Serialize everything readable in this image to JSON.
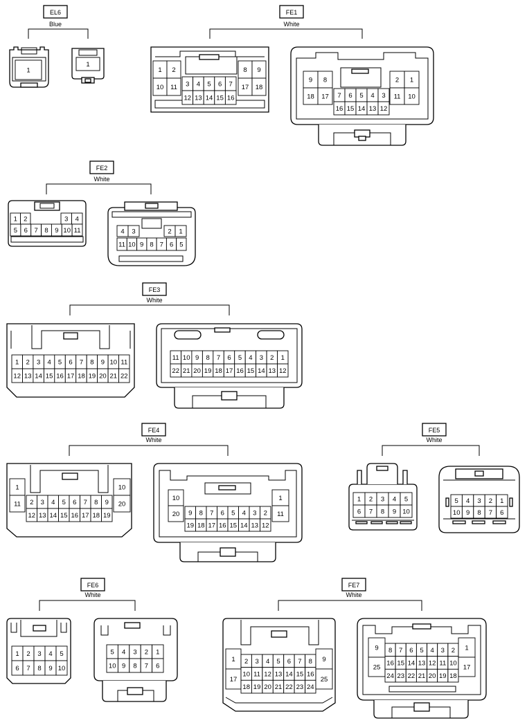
{
  "connectors": [
    {
      "code": "EL6",
      "color": "Blue",
      "pins_left": [
        [
          "1"
        ]
      ],
      "pins_right": [
        [
          "1"
        ]
      ]
    },
    {
      "code": "FE1",
      "color": "White",
      "left_a": [
        [
          "1",
          "2"
        ],
        [
          "10",
          "11"
        ]
      ],
      "left_b": [
        [
          "3",
          "4",
          "5",
          "6",
          "7"
        ],
        [
          "12",
          "13",
          "14",
          "15",
          "16"
        ]
      ],
      "left_c": [
        [
          "8",
          "9"
        ],
        [
          "17",
          "18"
        ]
      ],
      "right_a": [
        [
          "9",
          "8"
        ],
        [
          "18",
          "17"
        ]
      ],
      "right_b": [
        [
          "7",
          "6",
          "5",
          "4",
          "3"
        ],
        [
          "16",
          "15",
          "14",
          "13",
          "12"
        ]
      ],
      "right_c": [
        [
          "2",
          "1"
        ],
        [
          "11",
          "10"
        ]
      ]
    },
    {
      "code": "FE2",
      "color": "White",
      "left_a": [
        [
          "1",
          "2"
        ]
      ],
      "left_b": [
        [
          "3",
          "4"
        ]
      ],
      "left_c": [
        [
          "5",
          "6",
          "7",
          "8",
          "9",
          "10",
          "11"
        ]
      ],
      "right_a": [
        [
          "4",
          "3"
        ]
      ],
      "right_b": [
        [
          "2",
          "1"
        ]
      ],
      "right_c": [
        [
          "11",
          "10",
          "9",
          "8",
          "7",
          "6",
          "5"
        ]
      ]
    },
    {
      "code": "FE3",
      "color": "White",
      "left": [
        [
          "1",
          "2",
          "3",
          "4",
          "5",
          "6",
          "7",
          "8",
          "9",
          "10",
          "11"
        ],
        [
          "12",
          "13",
          "14",
          "15",
          "16",
          "17",
          "18",
          "19",
          "20",
          "21",
          "22"
        ]
      ],
      "right": [
        [
          "11",
          "10",
          "9",
          "8",
          "7",
          "6",
          "5",
          "4",
          "3",
          "2",
          "1"
        ],
        [
          "22",
          "21",
          "20",
          "19",
          "18",
          "17",
          "16",
          "15",
          "14",
          "13",
          "12"
        ]
      ]
    },
    {
      "code": "FE4",
      "color": "White",
      "left_a": [
        [
          "1"
        ],
        [
          "11"
        ]
      ],
      "left_b": [
        [
          "2",
          "3",
          "4",
          "5",
          "6",
          "7",
          "8",
          "9"
        ],
        [
          "12",
          "13",
          "14",
          "15",
          "16",
          "17",
          "18",
          "19"
        ]
      ],
      "left_c": [
        [
          "10"
        ],
        [
          "20"
        ]
      ],
      "right_a": [
        [
          "10"
        ],
        [
          "20"
        ]
      ],
      "right_b": [
        [
          "9",
          "8",
          "7",
          "6",
          "5",
          "4",
          "3",
          "2"
        ],
        [
          "19",
          "18",
          "17",
          "16",
          "15",
          "14",
          "13",
          "12"
        ]
      ],
      "right_c": [
        [
          "1"
        ],
        [
          "11"
        ]
      ]
    },
    {
      "code": "FE5",
      "color": "White",
      "left": [
        [
          "1",
          "2",
          "3",
          "4",
          "5"
        ],
        [
          "6",
          "7",
          "8",
          "9",
          "10"
        ]
      ],
      "right": [
        [
          "5",
          "4",
          "3",
          "2",
          "1"
        ],
        [
          "10",
          "9",
          "8",
          "7",
          "6"
        ]
      ]
    },
    {
      "code": "FE6",
      "color": "White",
      "left": [
        [
          "1",
          "2",
          "3",
          "4",
          "5"
        ],
        [
          "6",
          "7",
          "8",
          "9",
          "10"
        ]
      ],
      "right": [
        [
          "5",
          "4",
          "3",
          "2",
          "1"
        ],
        [
          "10",
          "9",
          "8",
          "7",
          "6"
        ]
      ]
    },
    {
      "code": "FE7",
      "color": "White",
      "left_a": [
        [
          "1"
        ],
        [
          "17"
        ]
      ],
      "left_b": [
        [
          "2",
          "3",
          "4",
          "5",
          "6",
          "7",
          "8"
        ],
        [
          "10",
          "11",
          "12",
          "13",
          "14",
          "15",
          "16"
        ],
        [
          "18",
          "19",
          "20",
          "21",
          "22",
          "23",
          "24"
        ]
      ],
      "left_c": [
        [
          "9"
        ],
        [
          "25"
        ]
      ],
      "right_a": [
        [
          "9"
        ],
        [
          "25"
        ]
      ],
      "right_b": [
        [
          "8",
          "7",
          "6",
          "5",
          "4",
          "3",
          "2"
        ],
        [
          "16",
          "15",
          "14",
          "13",
          "12",
          "11",
          "10"
        ],
        [
          "24",
          "23",
          "22",
          "21",
          "20",
          "19",
          "18"
        ]
      ],
      "right_c": [
        [
          "1"
        ],
        [
          "17"
        ]
      ]
    }
  ]
}
